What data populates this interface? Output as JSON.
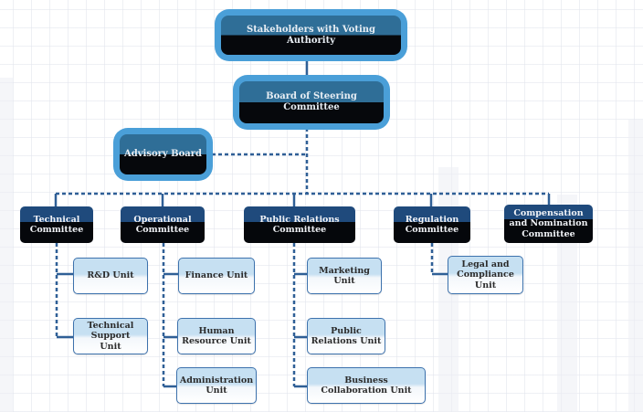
{
  "chart": {
    "root": {
      "label": "Stakeholders with Voting Authority"
    },
    "board": {
      "label": "Board of Steering Committee"
    },
    "advisory": {
      "label": "Advisory Board"
    },
    "committees": [
      {
        "label": "Technical Committee",
        "units": [
          {
            "label": "R&D Unit"
          },
          {
            "label": "Technical Support Unit"
          }
        ]
      },
      {
        "label": "Operational Committee",
        "units": [
          {
            "label": "Finance Unit"
          },
          {
            "label": "Human Resource Unit"
          },
          {
            "label": "Administration Unit"
          }
        ]
      },
      {
        "label": "Public Relations Committee",
        "units": [
          {
            "label": "Marketing Unit"
          },
          {
            "label": "Public Relations Unit"
          },
          {
            "label": "Business Collaboration Unit"
          }
        ]
      },
      {
        "label": "Regulation Committee",
        "units": [
          {
            "label": "Legal and Compliance Unit"
          }
        ]
      },
      {
        "label": "Compensation and Nomination Committee",
        "units": []
      }
    ]
  },
  "colors": {
    "top_border": "#4a9fd8",
    "top_fill_upper": "#2f6e97",
    "committee_fill_upper": "#1f4a7c",
    "node_fill_lower": "#05070b",
    "unit_border": "#3d72ad",
    "unit_fill": "#c6e0f2",
    "connector": "#2f5f96"
  }
}
